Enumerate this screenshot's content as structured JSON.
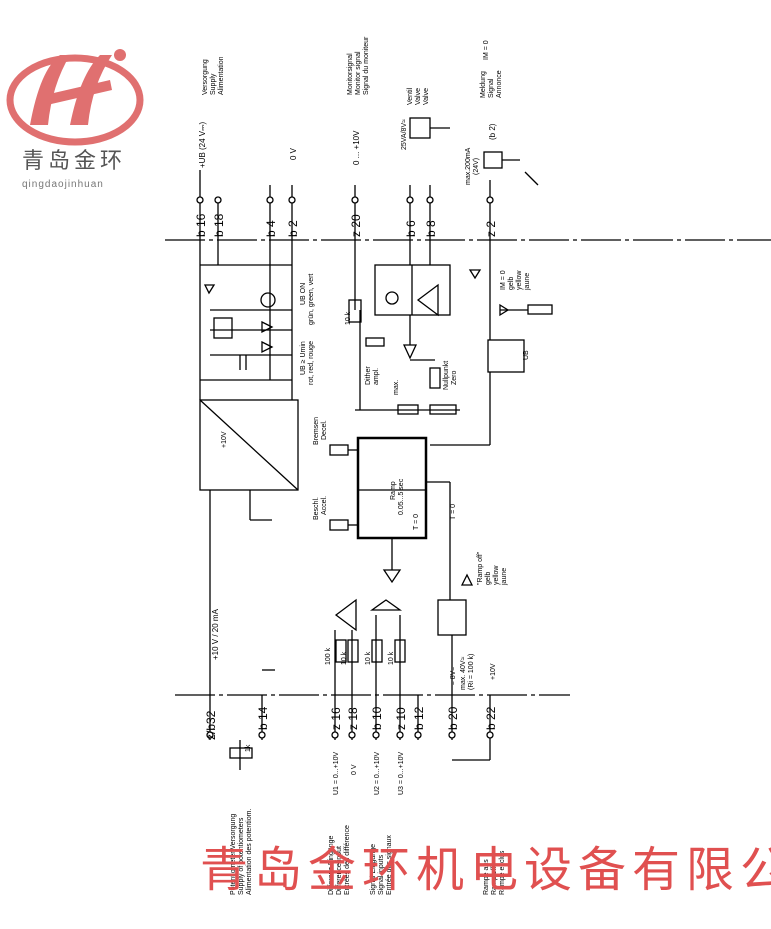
{
  "logo": {
    "mark": "",
    "chinese": "青岛金环",
    "pinyin": "qingdaojinhuan"
  },
  "watermark": "青岛金环机电设备有限公",
  "top_labels": {
    "supply": [
      "Versorgung",
      "Supply",
      "Alimentation"
    ],
    "supply_value": "+UB (24 V⎓)",
    "zero_v": "0 V",
    "monitor": [
      "Monitorsignal",
      "Monitor signal",
      "Signal du moniteur"
    ],
    "monitor_value": "0 ... +10V",
    "valve": [
      "Ventil",
      "Valve",
      "Valve"
    ],
    "valve_value": "25VA/8V≈",
    "message": [
      "Meldung",
      "Signal",
      "Annonce"
    ],
    "message_cond": "IM = 0",
    "relay": "(b 2)",
    "relay_rating": [
      "max.200mA",
      "(24V)"
    ]
  },
  "top_pins": [
    "b 16",
    "b 18",
    "b 4",
    "b 2",
    "z 20",
    "b 6",
    "b 8",
    "z 2"
  ],
  "bottom_pins": [
    "z/b32",
    "b 14",
    "z 16",
    "z 18",
    "b 10",
    "z 10",
    "b 12",
    "b 20",
    "b 22"
  ],
  "internal": {
    "ub_on": [
      "UB ON",
      "grün, green, vert"
    ],
    "ub_low": [
      "UB ≥ Umin",
      "rot, red, rouge"
    ],
    "converter": "+10V",
    "rail_label": "+10 V / 20 mA",
    "dither": [
      "Dither",
      "ampl."
    ],
    "max": "max.",
    "zero": [
      "Nullpunkt",
      "Zero"
    ],
    "im0": [
      "IM = 0",
      "gelb",
      "yellow",
      "jaune"
    ],
    "ub": "UB",
    "resistor_10k": "10 k",
    "brake": [
      "Bremsen",
      "Decel."
    ],
    "accel": [
      "Beschl.",
      "Accel."
    ],
    "ramp": [
      "Ramp",
      "0.05...5 sec"
    ],
    "t0": "T = 0",
    "ramp_off_lamp": [
      "\"Ramp off\"",
      "gelb",
      "yellow",
      "jaune"
    ],
    "ramp_ctrl": [
      "≈ 8V≈",
      "max. 40V≈",
      "(Ri = 100 k)"
    ],
    "plus10v": "+10V",
    "r100k": "100 k",
    "r10k_a": "10 k",
    "r10k_b": "10 k",
    "r10k_c": "10 k"
  },
  "bottom_labels": {
    "pot_supply": [
      "Potentiometer Versorgung",
      "Supply of potentiometers",
      "Alimentation des potentiom."
    ],
    "pot_value": "1k",
    "diff_inputs": [
      "Differenz Eingänge",
      "Difference input",
      "Entrées des différence"
    ],
    "u1": "U1 = 0...+10V",
    "zero_v": "0 V",
    "u2": "U2 = 0...+10V",
    "u3": "U3 = 0...+10V",
    "signal_inputs": [
      "Signal Eingänge",
      "Signal inputs",
      "Entrée des signaux"
    ],
    "ramp_off": [
      "Rampe aus",
      "Ramp off",
      "Rampe exclus"
    ]
  }
}
